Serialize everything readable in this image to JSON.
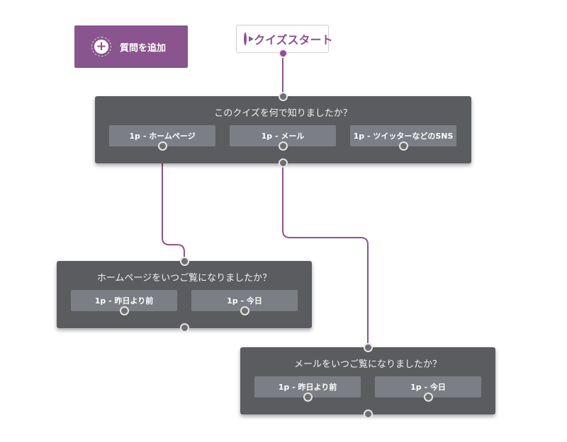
{
  "toolbar": {
    "add_question_label": "質問を追加",
    "add_icon": "plus-icon"
  },
  "start": {
    "label": "クイズスタート",
    "icon": "play-icon"
  },
  "colors": {
    "accent": "#8a548f",
    "node_bg": "#5b5c60",
    "answer_bg": "#7b7e84"
  },
  "questions": [
    {
      "title": "このクイズを何で知りましたか？",
      "answers": [
        "1p - ホームページ",
        "1p - メール",
        "1p - ツイッターなどのSNS"
      ]
    },
    {
      "title": "ホームページをいつご覧になりましたか？",
      "answers": [
        "1p - 昨日より前",
        "1p - 今日"
      ]
    },
    {
      "title": "メールをいつご覧になりましたか？",
      "answers": [
        "1p - 昨日より前",
        "1p - 今日"
      ]
    }
  ]
}
